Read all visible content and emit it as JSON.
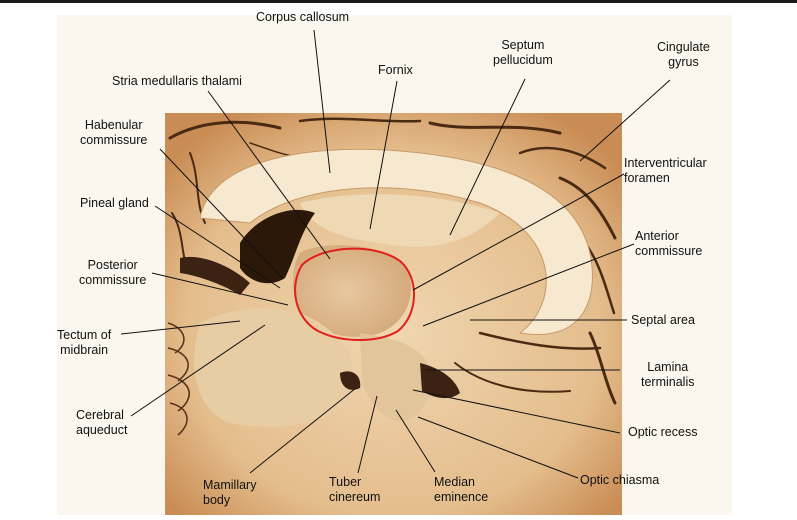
{
  "labels": {
    "corpus_callosum": "Corpus callosum",
    "stria_medullaris_thalami": "Stria medullaris thalami",
    "fornix": "Fornix",
    "septum_pellucidum": "Septum\npellucidum",
    "cingulate_gyrus": "Cingulate\ngyrus",
    "habenular_commissure": "Habenular\ncommissure",
    "interventricular_foramen": "Interventricular\nforamen",
    "pineal_gland": "Pineal gland",
    "anterior_commissure": "Anterior\ncommissure",
    "posterior_commissure": "Posterior\ncommissure",
    "septal_area": "Septal area",
    "tectum_of_midbrain": "Tectum of\nmidbrain",
    "lamina_terminalis": "Lamina\nterminalis",
    "cerebral_aqueduct": "Cerebral\naqueduct",
    "optic_recess": "Optic recess",
    "optic_chiasma": "Optic chiasma",
    "mamillary_body": "Mamillary\nbody",
    "tuber_cinereum": "Tuber\ncinereum",
    "median_eminence": "Median\neminence"
  },
  "colors": {
    "outline": "#e0201c",
    "leader": "#111111",
    "tissue": "#e9c79a",
    "sulcus": "#3d2210"
  }
}
